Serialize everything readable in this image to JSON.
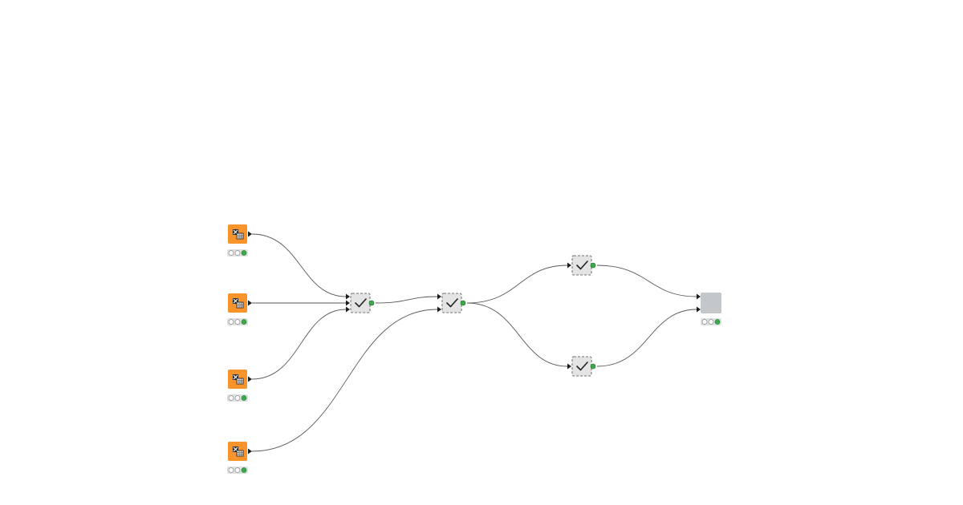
{
  "workflow": {
    "sources": [
      {
        "kind": "excel-reader",
        "icon": "excel-reader-icon",
        "status": [
          "idle",
          "idle",
          "executed"
        ]
      },
      {
        "kind": "excel-reader",
        "icon": "excel-reader-icon",
        "status": [
          "idle",
          "idle",
          "executed"
        ]
      },
      {
        "kind": "excel-reader",
        "icon": "excel-reader-icon",
        "status": [
          "idle",
          "idle",
          "executed"
        ]
      },
      {
        "kind": "excel-reader",
        "icon": "excel-reader-icon",
        "status": [
          "idle",
          "idle",
          "executed"
        ]
      }
    ],
    "tests": [
      {
        "kind": "test-node",
        "icon": "checkmark-icon",
        "style": "dashed"
      },
      {
        "kind": "test-node",
        "icon": "checkmark-icon",
        "style": "dashed"
      },
      {
        "kind": "test-node",
        "icon": "checkmark-icon",
        "style": "dashed"
      },
      {
        "kind": "test-node",
        "icon": "checkmark-icon",
        "style": "dashed"
      }
    ],
    "sink": {
      "kind": "sink-node",
      "status": [
        "idle",
        "idle",
        "executed"
      ]
    }
  },
  "colors": {
    "reader_fill": "#f7942c",
    "test_fill": "#e4e4e4",
    "test_border": "#8a8a8a",
    "sink_fill": "#c4c7ca",
    "edge": "#5a5a5a",
    "port": "#1d1d1d",
    "status_green": "#3aaa4a",
    "status_idle": "#ffffff",
    "status_tray": "#dfe0e1",
    "flow_port": "#3aaa4a"
  }
}
